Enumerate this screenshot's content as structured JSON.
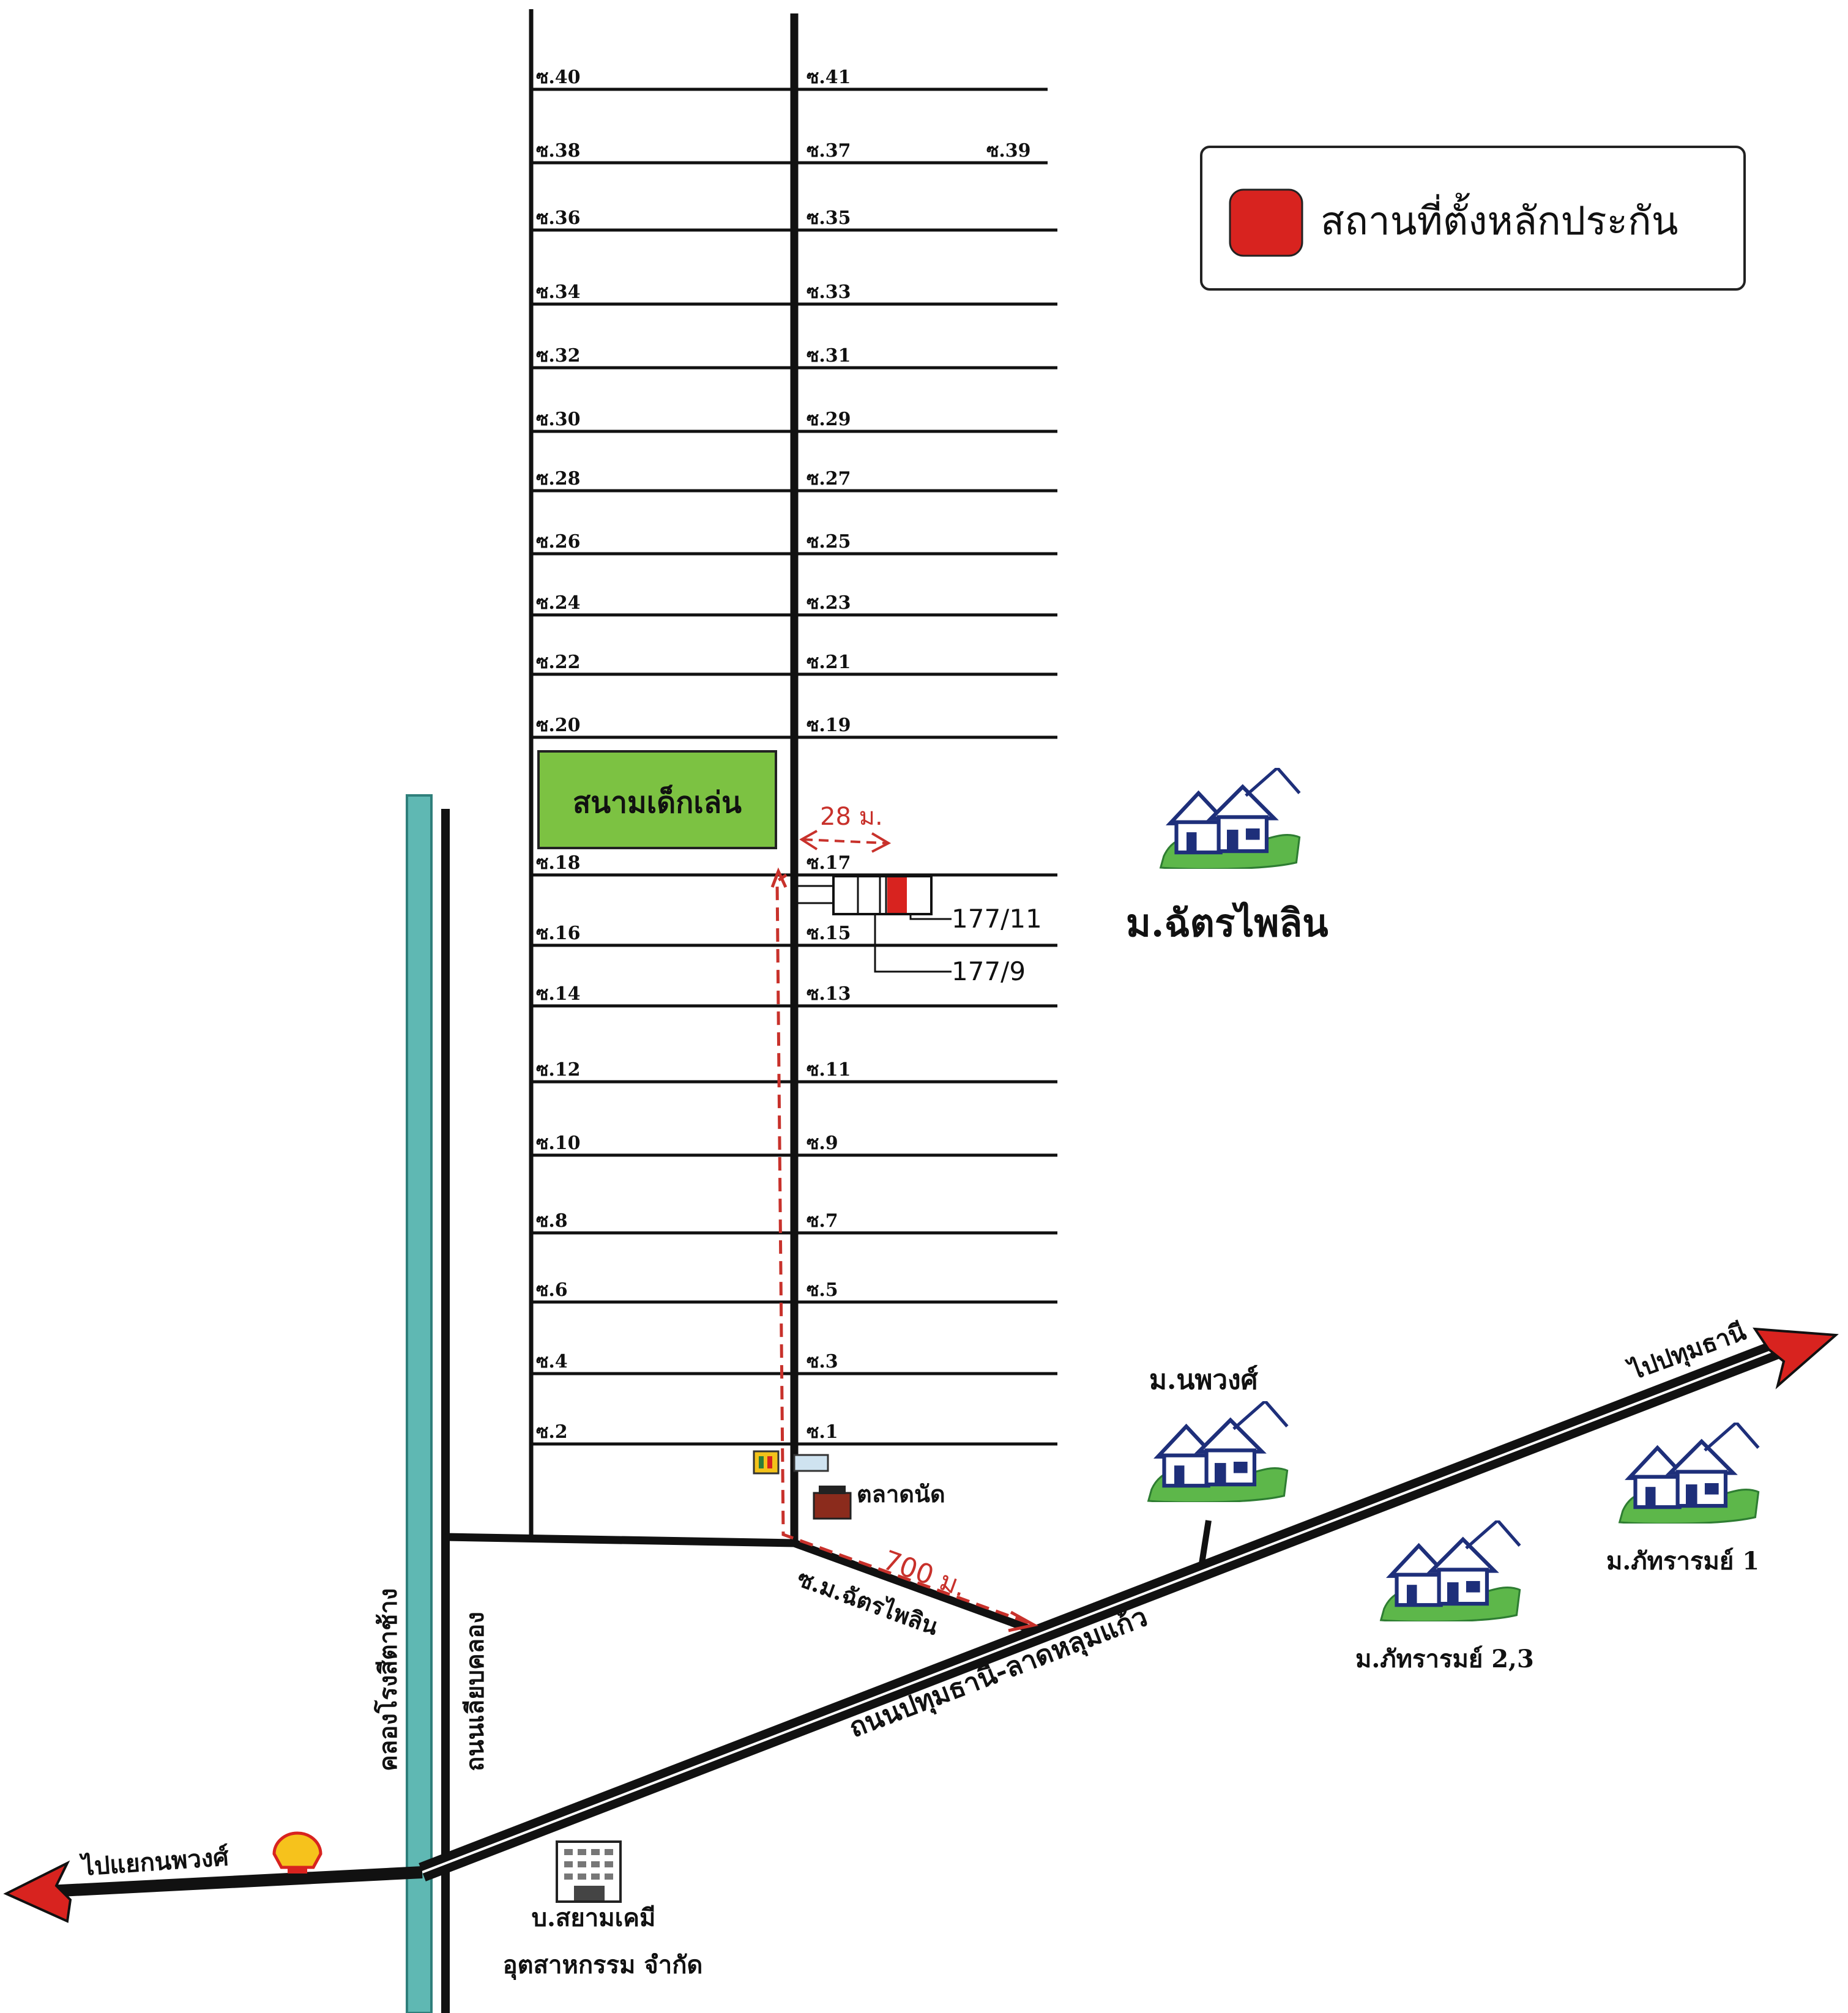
{
  "legend": {
    "label": "สถานที่ตั้งหลักประกัน",
    "marker_color": "#d8231f"
  },
  "soi_left": [
    "ซ.40",
    "ซ.38",
    "ซ.36",
    "ซ.34",
    "ซ.32",
    "ซ.30",
    "ซ.28",
    "ซ.26",
    "ซ.24",
    "ซ.22",
    "ซ.20",
    "ซ.18",
    "ซ.16",
    "ซ.14",
    "ซ.12",
    "ซ.10",
    "ซ.8",
    "ซ.6",
    "ซ.4",
    "ซ.2"
  ],
  "soi_right": [
    "ซ.41",
    "ซ.37",
    "ซ.35",
    "ซ.33",
    "ซ.31",
    "ซ.29",
    "ซ.27",
    "ซ.25",
    "ซ.23",
    "ซ.21",
    "ซ.19",
    "ซ.17",
    "ซ.15",
    "ซ.13",
    "ซ.11",
    "ซ.9",
    "ซ.7",
    "ซ.5",
    "ซ.3",
    "ซ.1"
  ],
  "soi_39": "ซ.39",
  "playground": "สนามเด็กเล่น",
  "distance_28": "28 ม.",
  "distance_700": "700 ม.",
  "house_numbers": {
    "collateral": "177/11",
    "neighbor": "177/9"
  },
  "villages": {
    "chatpailin": "ม.ฉัตรไพลิน",
    "noppawong": "ม.นพวงศ์",
    "pattharamy1": "ม.ภัทรารมย์ 1",
    "pattharamy23": "ม.ภัทรารมย์ 2,3"
  },
  "roads": {
    "main_road": "ถนนปทุมธานี-ลาดหลุมแก้ว",
    "soi_chatpailin": "ซ.ม.ฉัตรไพลิน",
    "canal_road": "ถนนเลียบคลอง",
    "canal": "คลองโรงสีตาช้าง",
    "to_pathumthani": "ไปปทุมธานี",
    "to_noppawong_junction": "ไปแยกนพวงศ์"
  },
  "landmarks": {
    "market": "ตลาดนัด",
    "company_line1": "บ.สยามเคมี",
    "company_line2": "อุตสาหกรรม จำกัด"
  },
  "colors": {
    "canal": "#5fb8b3",
    "playground": "#7cc242",
    "route": "#c8312b",
    "arrow": "#d8231f",
    "village_text": "#c0211d",
    "road_text": "#1e3c66"
  }
}
